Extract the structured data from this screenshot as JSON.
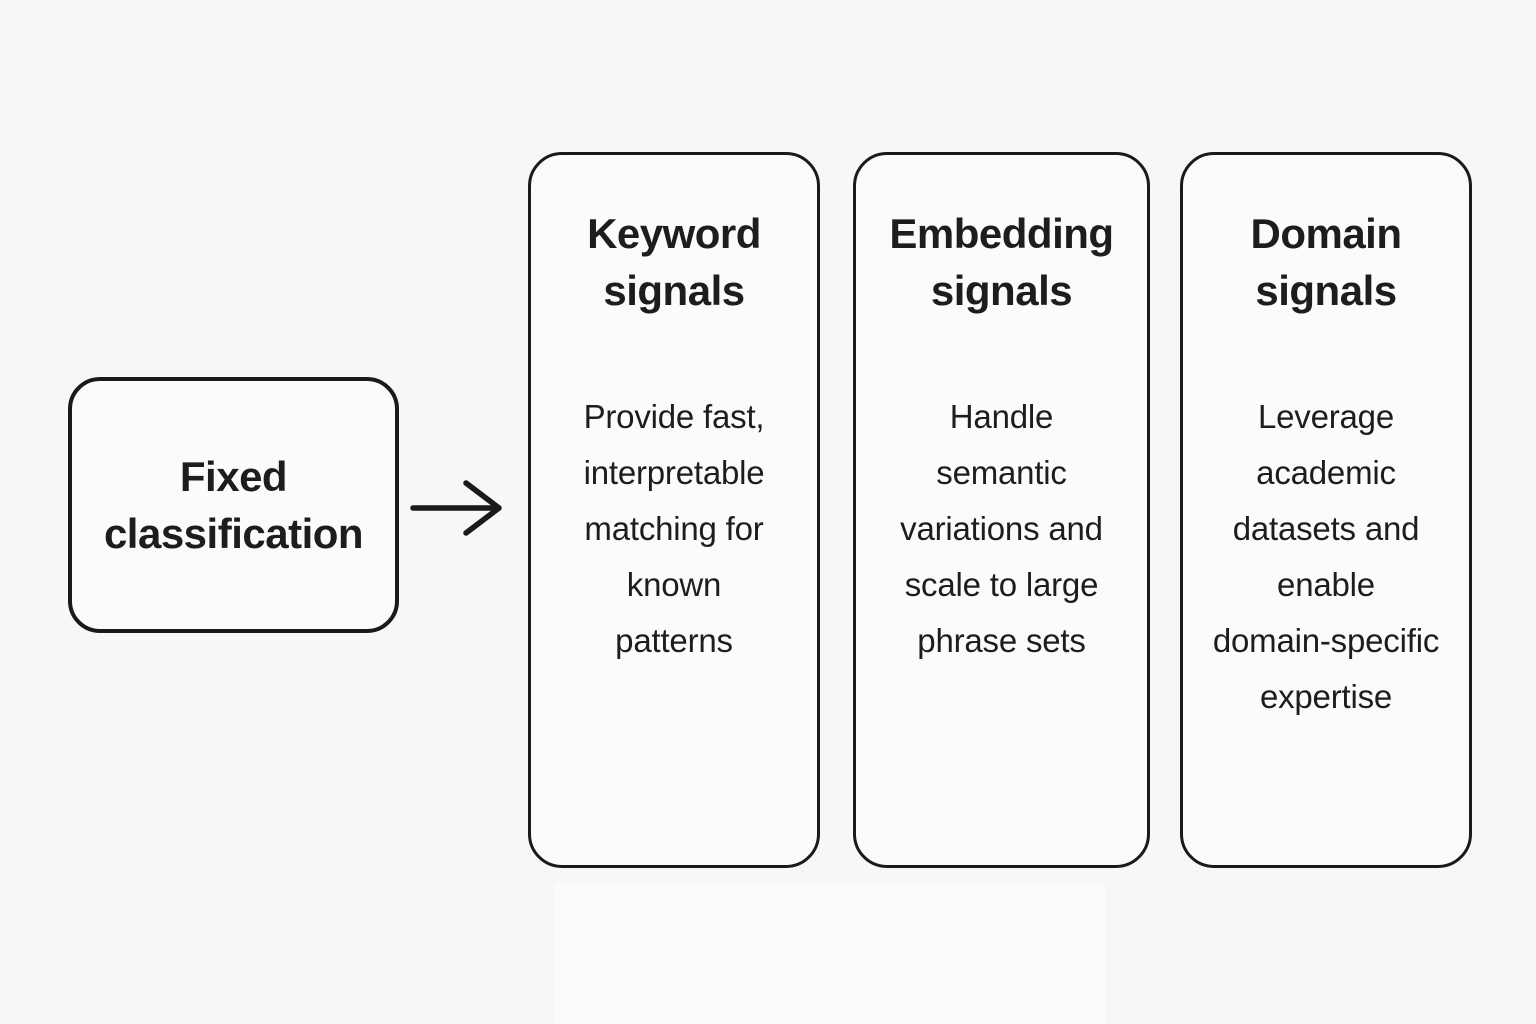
{
  "colors": {
    "background": "#f7f7f5",
    "card_fill": "#fbfbfa",
    "border": "#1a1a1a",
    "text": "#1d1d1f"
  },
  "flow": {
    "source": {
      "label": [
        "Fixed",
        "classification"
      ]
    },
    "arrow_icon": "right-arrow",
    "columns": [
      {
        "title": [
          "Keyword",
          "signals"
        ],
        "description": [
          "Provide fast,",
          "interpretable",
          "matching for",
          "known",
          "patterns"
        ]
      },
      {
        "title": [
          "Embedding",
          "signals"
        ],
        "description": [
          "Handle",
          "semantic",
          "variations and",
          "scale to large",
          "phrase sets"
        ]
      },
      {
        "title": [
          "Domain",
          "signals"
        ],
        "description": [
          "Leverage",
          "academic",
          "datasets and",
          "enable",
          "domain-specific",
          "expertise"
        ]
      }
    ]
  }
}
